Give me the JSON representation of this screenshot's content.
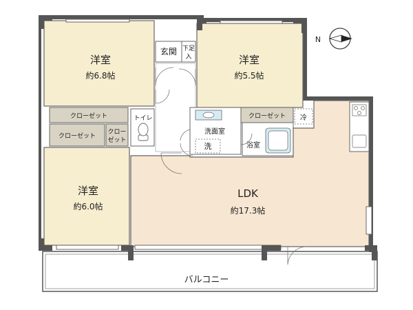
{
  "rooms": {
    "western_top_left": {
      "name": "洋室",
      "size": "約6.8帖"
    },
    "western_top_right": {
      "name": "洋室",
      "size": "約5.5帖"
    },
    "western_left": {
      "name": "洋室",
      "size": "約6.0帖"
    },
    "ldk": {
      "name": "LDK",
      "size": "約17.3帖"
    },
    "entrance": "玄関",
    "shoe_box_line1": "下足",
    "shoe_box_line2": "入",
    "toilet": "トイレ",
    "washroom": "洗面室",
    "washer": "洗",
    "bathroom": "浴室",
    "fridge": "冷",
    "balcony": "バルコニー"
  },
  "closets": {
    "top": "クローゼット",
    "left": "クローゼット",
    "small_line1": "クロー",
    "small_line2": "ゼット",
    "right": "クローゼット"
  },
  "compass": {
    "label": "N"
  },
  "colors": {
    "room_fill": "#f6eecf",
    "ldk_fill": "#f7e6d1",
    "closet_fill": "#d9d3c4",
    "wall": "#555555",
    "wet_area": "#ffffff"
  }
}
